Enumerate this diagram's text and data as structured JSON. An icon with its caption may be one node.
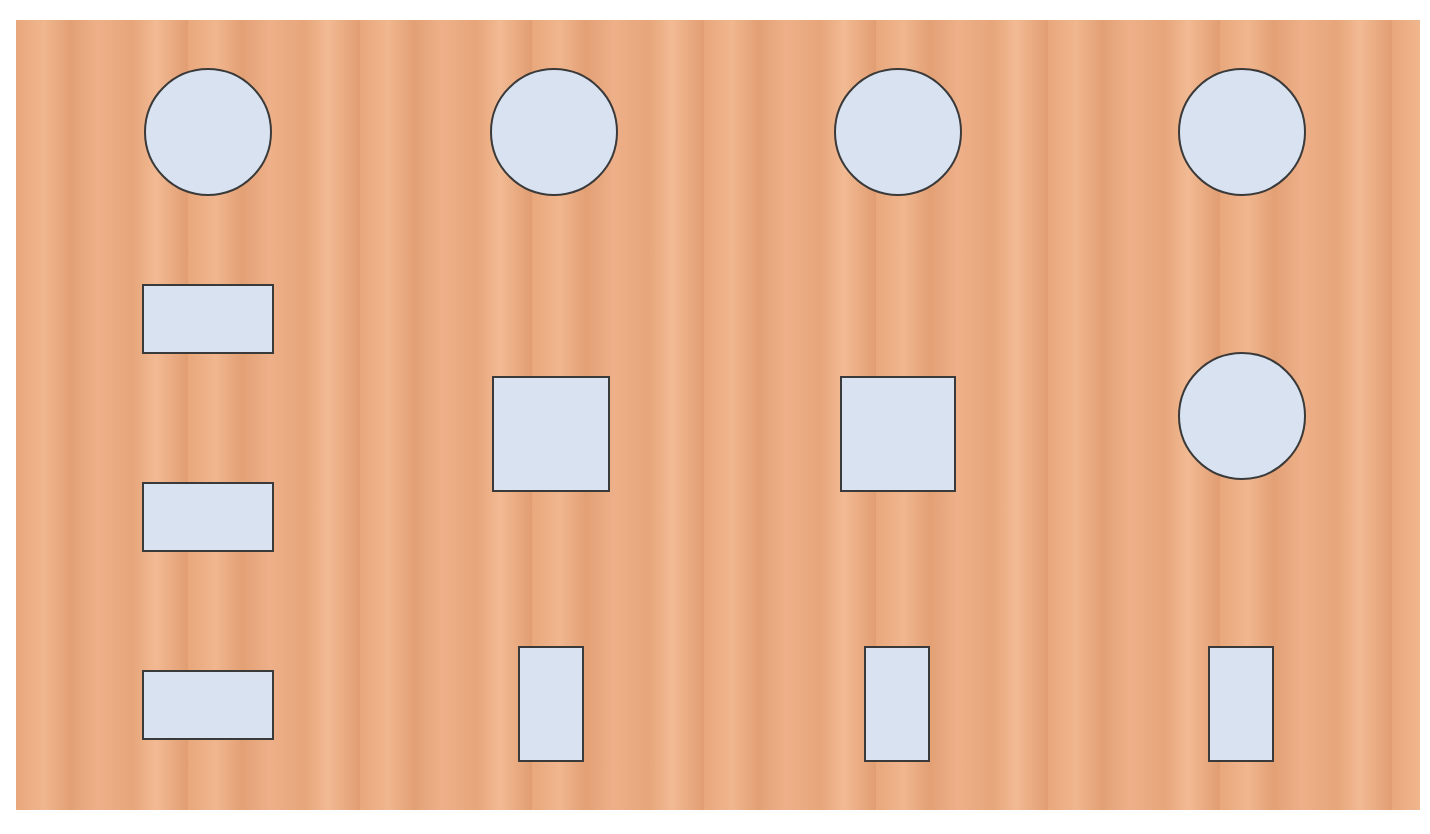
{
  "diagram": {
    "nodes": [
      {
        "text": [],
        "shape": "circle"
      },
      {
        "text": [],
        "shape": "circle"
      },
      {
        "text": [],
        "shape": "circle"
      },
      {
        "text": [],
        "shape": "circle"
      },
      {
        "text": [],
        "shape": "box"
      },
      {
        "text": [],
        "shape": "box"
      },
      {
        "text": [],
        "shape": "box"
      },
      {
        "text": [],
        "shape": "circle"
      },
      {
        "text": [],
        "shape": "box"
      },
      {
        "text": [],
        "shape": "box"
      },
      {
        "text": [],
        "shape": "box"
      },
      {
        "text": [],
        "shape": "box"
      },
      {
        "text": [],
        "shape": "box"
      }
    ]
  }
}
